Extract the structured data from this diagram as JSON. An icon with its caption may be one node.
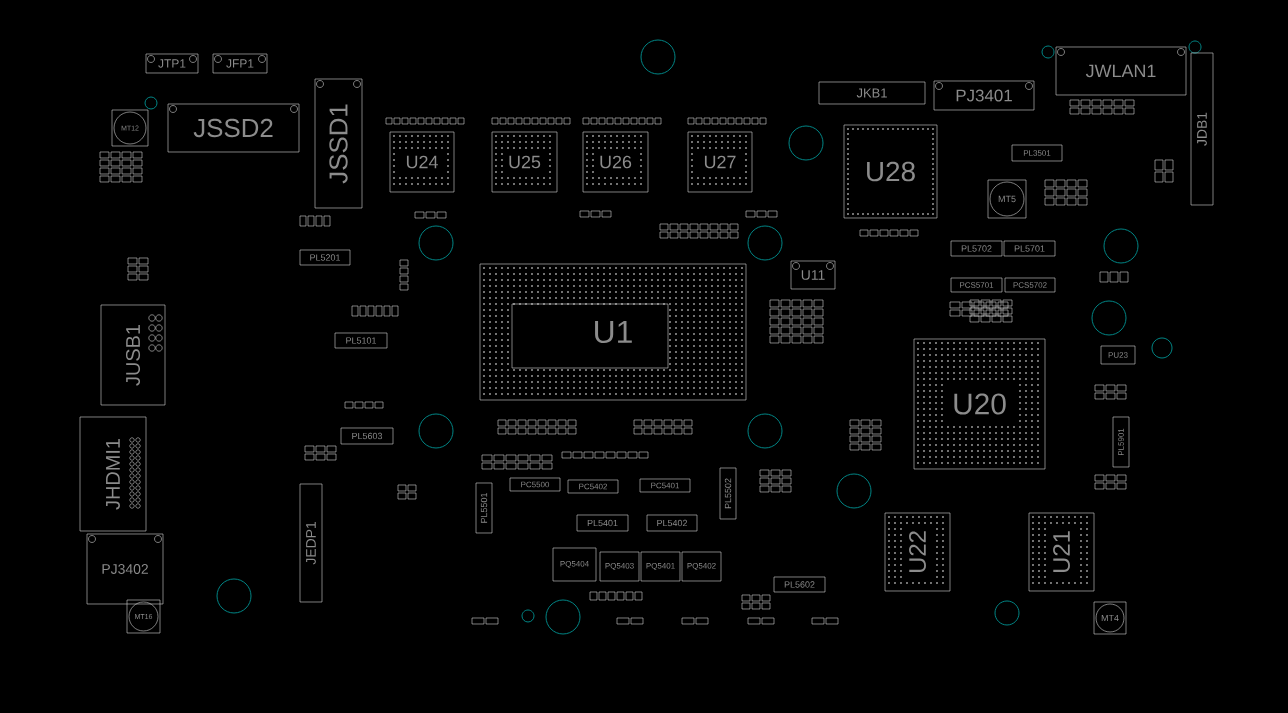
{
  "diagram": {
    "nodes": [
      {
        "text": [
          "JTP1"
        ]
      },
      {
        "text": [
          "JFP1"
        ]
      },
      {
        "text": [
          "MT12"
        ]
      },
      {
        "text": [
          "JSSD2"
        ]
      },
      {
        "text": [
          "JSSD1"
        ]
      },
      {
        "text": [
          "JKB1"
        ]
      },
      {
        "text": [
          "PJ3401"
        ]
      },
      {
        "text": [
          "JWLAN1"
        ]
      },
      {
        "text": [
          "JDB1"
        ]
      },
      {
        "text": [
          "U24"
        ]
      },
      {
        "text": [
          "U25"
        ]
      },
      {
        "text": [
          "U26"
        ]
      },
      {
        "text": [
          "U27"
        ]
      },
      {
        "text": [
          "U28"
        ]
      },
      {
        "text": [
          "PL3501"
        ]
      },
      {
        "text": [
          "MT5"
        ]
      },
      {
        "text": [
          "PL5201"
        ]
      },
      {
        "text": [
          "PL5702"
        ]
      },
      {
        "text": [
          "PL5701"
        ]
      },
      {
        "text": [
          "U11"
        ]
      },
      {
        "text": [
          "PCS5701"
        ]
      },
      {
        "text": [
          "PCS5702"
        ]
      },
      {
        "text": [
          "U1"
        ]
      },
      {
        "text": [
          "JUSB1"
        ]
      },
      {
        "text": [
          "PL5101"
        ]
      },
      {
        "text": [
          "U20"
        ]
      },
      {
        "text": [
          "PU23"
        ]
      },
      {
        "text": [
          "JHDMI1"
        ]
      },
      {
        "text": [
          "PL5603"
        ]
      },
      {
        "text": [
          "PL5901"
        ]
      },
      {
        "text": [
          "PL5502"
        ]
      },
      {
        "text": [
          "PC5500"
        ]
      },
      {
        "text": [
          "PC5401"
        ]
      },
      {
        "text": [
          "PC5402"
        ]
      },
      {
        "text": [
          "PL5501"
        ]
      },
      {
        "text": [
          "JEDP1"
        ]
      },
      {
        "text": [
          "U22"
        ]
      },
      {
        "text": [
          "U21"
        ]
      },
      {
        "text": [
          "PL5401"
        ]
      },
      {
        "text": [
          "PL5402"
        ]
      },
      {
        "text": [
          "PJ3402"
        ]
      },
      {
        "text": [
          "PQ5404"
        ]
      },
      {
        "text": [
          "PQ5403"
        ]
      },
      {
        "text": [
          "PQ5401"
        ]
      },
      {
        "text": [
          "PQ5402"
        ]
      },
      {
        "text": [
          "PL5602"
        ]
      },
      {
        "text": [
          "MT16"
        ]
      },
      {
        "text": [
          "MT4"
        ]
      }
    ]
  }
}
